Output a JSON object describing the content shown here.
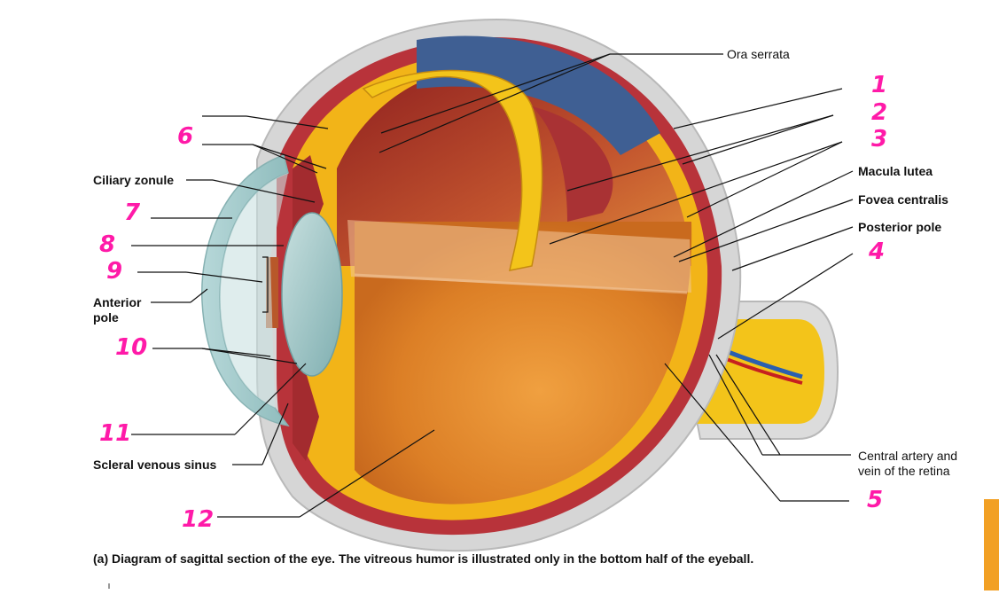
{
  "labels": {
    "ora_serrata": "Ora serrata",
    "ciliary_zonule": "Ciliary zonule",
    "macula_lutea": "Macula lutea",
    "fovea_centralis": "Fovea centralis",
    "posterior_pole": "Posterior pole",
    "anterior_pole_line1": "Anterior",
    "anterior_pole_line2": "pole",
    "scleral_venous_sinus": "Scleral venous sinus",
    "central_artery_line1": "Central artery and",
    "central_artery_line2": "vein of the retina"
  },
  "numbers": {
    "n1": "1",
    "n2": "2",
    "n3": "3",
    "n4": "4",
    "n5": "5",
    "n6": "6",
    "n7": "7",
    "n8": "8",
    "n9": "9",
    "n10": "10",
    "n11": "11",
    "n12": "12"
  },
  "caption": "(a) Diagram of sagittal section of the eye. The vitreous humor is illustrated only in the bottom half of the eyeball.",
  "colors": {
    "annotation": "#ff1aa8",
    "sclera": "#d9d9d9",
    "choroid": "#b8333a",
    "retina": "#f2b418",
    "vitreous": "#e08a2c",
    "cornea": "#a9cfd0",
    "side_tab": "#f2a024"
  }
}
